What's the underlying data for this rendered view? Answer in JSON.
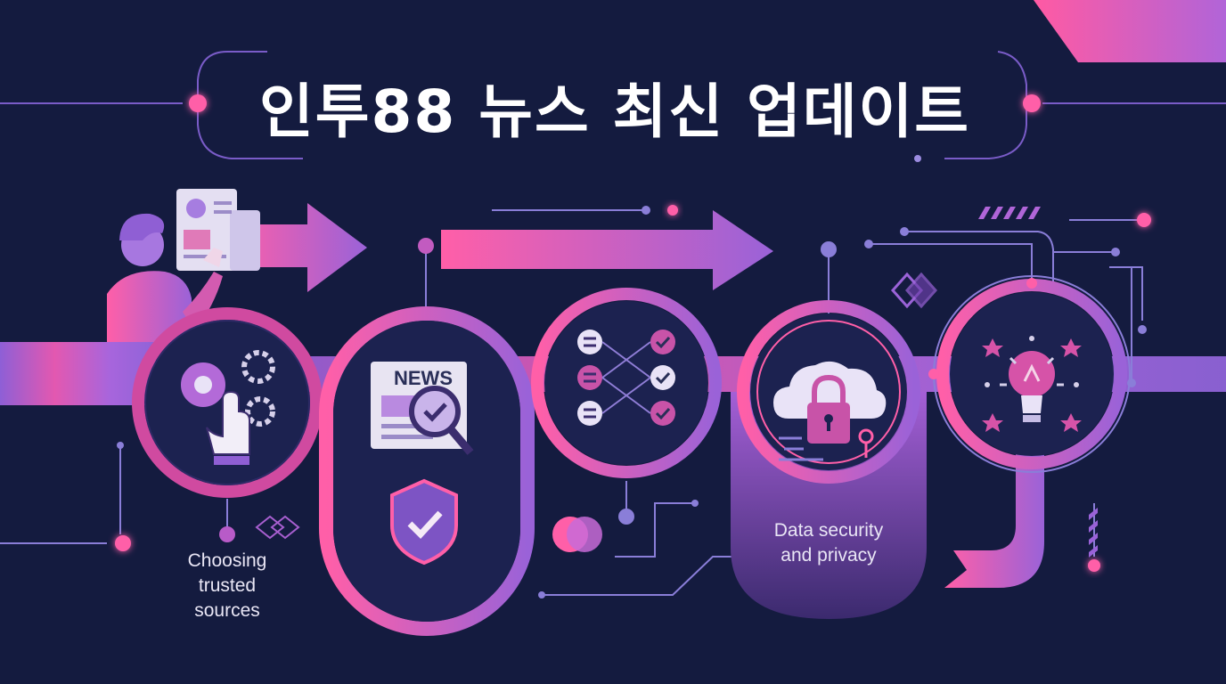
{
  "title": "인투88 뉴스 최신 업데이트",
  "steps": [
    {
      "id": "choose",
      "caption_lines": [
        "Choosing",
        "trusted",
        "sources"
      ],
      "icon": "gear-hand-icon"
    },
    {
      "id": "verify",
      "badge": "NEWS",
      "icon": "news-magnifier-icon",
      "extra_icon": "shield-check-icon"
    },
    {
      "id": "compare",
      "icon": "checklist-icon"
    },
    {
      "id": "secure",
      "caption_lines": [
        "Data security",
        "and privacy"
      ],
      "icon": "cloud-lock-icon"
    },
    {
      "id": "insight",
      "icon": "lightbulb-stars-icon"
    }
  ],
  "colors": {
    "background": "#141b3f",
    "pink": "#ff5fa8",
    "purple": "#9b63d8",
    "ring": "#d04aa0",
    "node": "#1c2250"
  }
}
